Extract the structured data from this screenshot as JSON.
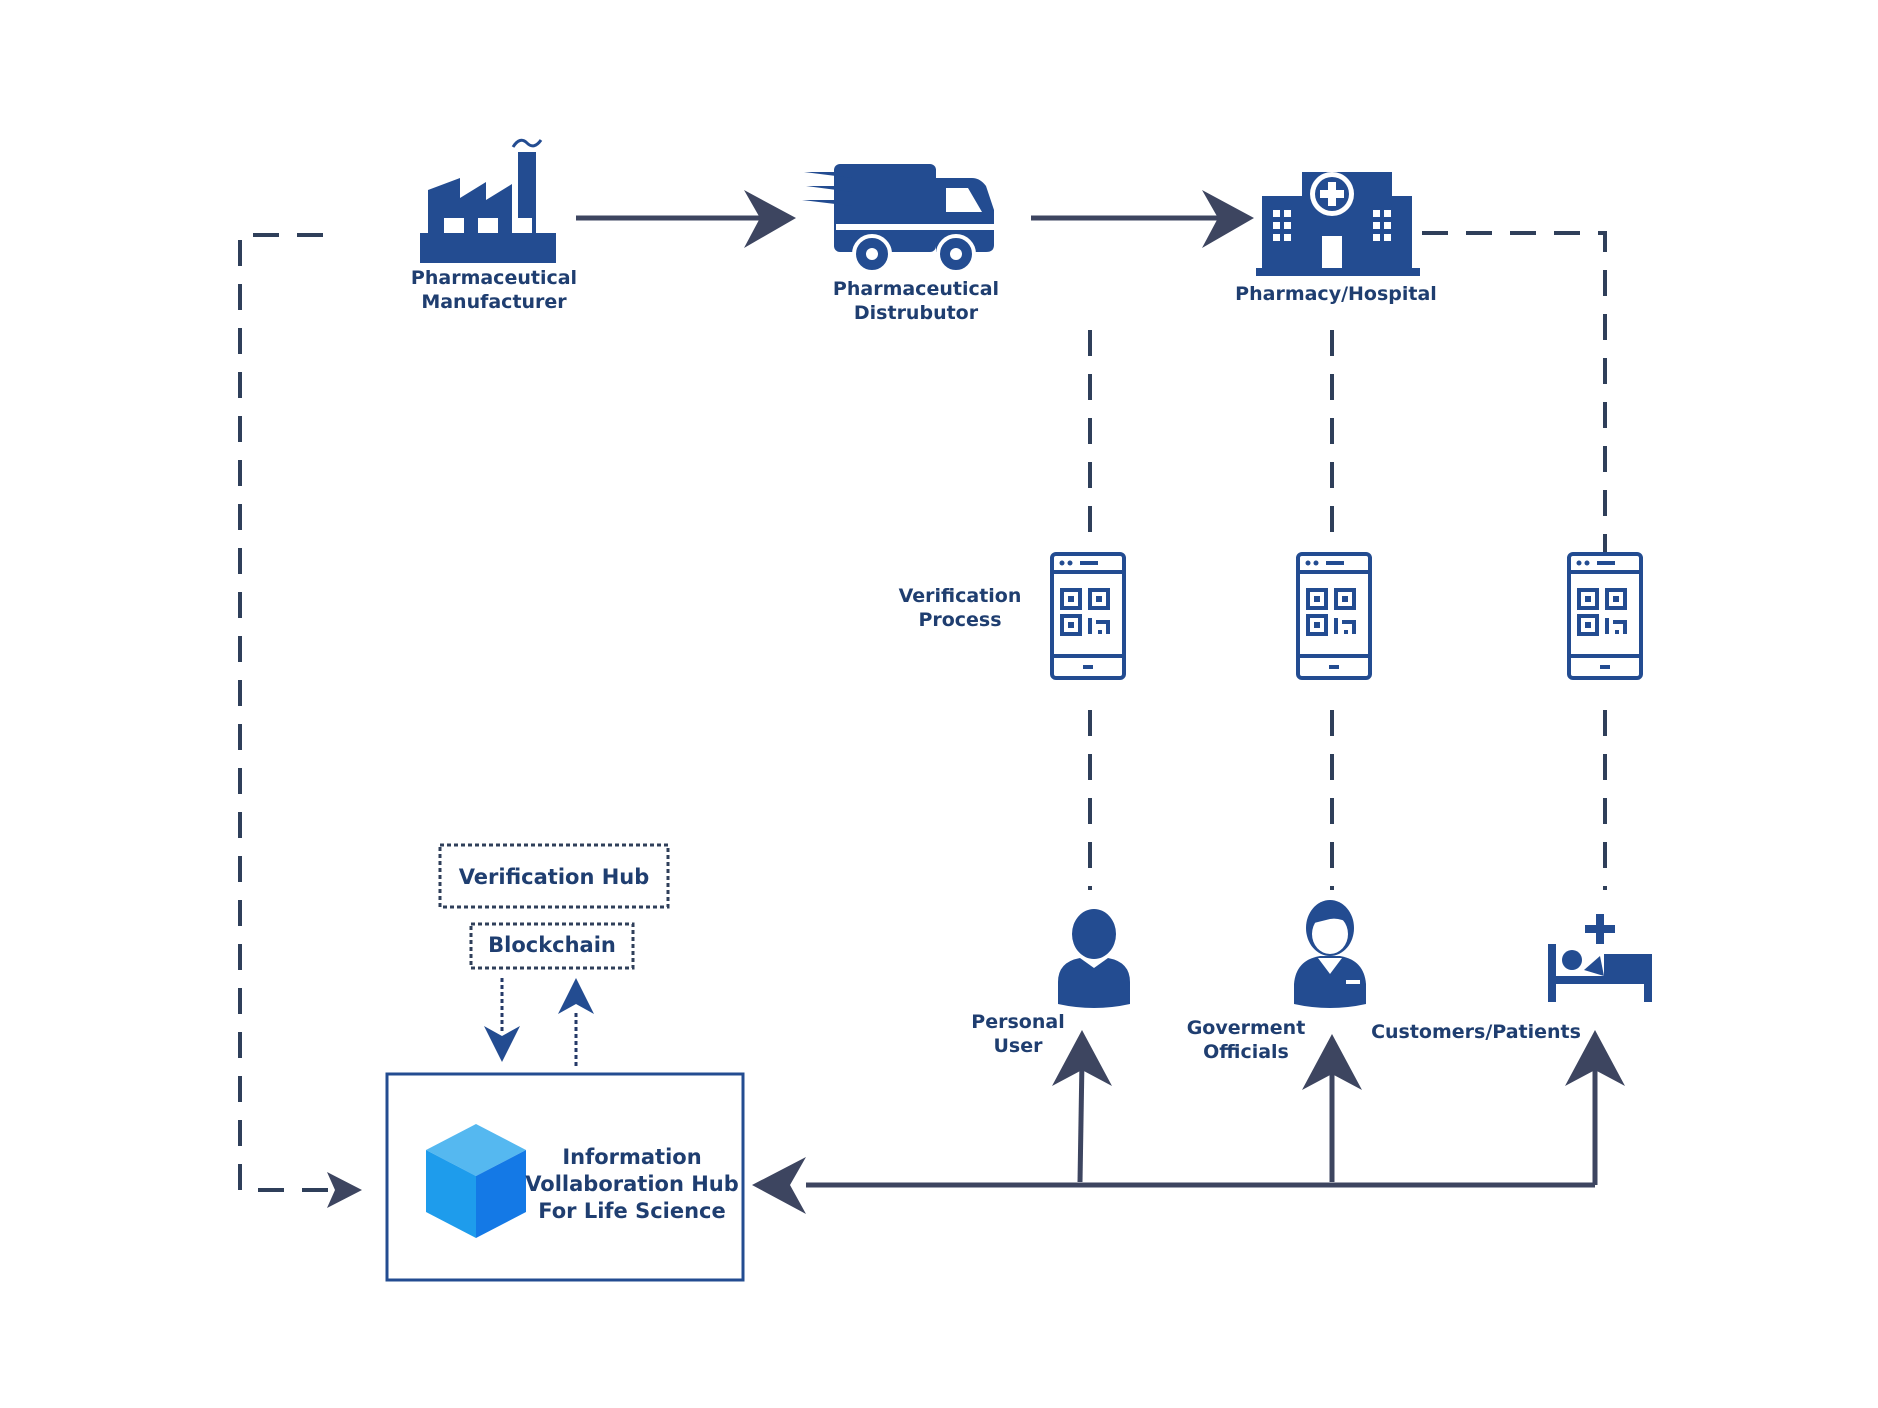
{
  "nodes": {
    "manufacturer": {
      "line1": "Pharmaceutical",
      "line2": "Manufacturer"
    },
    "distributor": {
      "line1": "Pharmaceutical",
      "line2": "Distrubutor"
    },
    "pharmacy": {
      "label": "Pharmacy/Hospital"
    },
    "verification_process": {
      "line1": "Verification",
      "line2": "Process"
    },
    "personal_user": {
      "line1": "Personal",
      "line2": "User"
    },
    "government": {
      "line1": "Goverment",
      "line2": "Officials"
    },
    "customers": {
      "label": "Customers/Patients"
    },
    "verification_hub": {
      "label": "Verification Hub"
    },
    "blockchain": {
      "label": "Blockchain"
    },
    "info_hub": {
      "line1": "Information",
      "line2": "Vollaboration Hub",
      "line3": "For Life Science"
    }
  },
  "icons": {
    "manufacturer": "factory-icon",
    "distributor": "delivery-van-icon",
    "pharmacy": "hospital-icon",
    "phones": "qr-phone-icon",
    "personal_user": "person-icon",
    "government": "officer-icon",
    "customers": "patient-bed-icon",
    "info_hub": "cube-icon"
  },
  "colors": {
    "primary": "#234c91",
    "text": "#1f3e70",
    "arrow": "#3d4560",
    "cube_light": "#55b8f0",
    "cube_mid": "#1e9cec",
    "cube_dark": "#1479e6"
  }
}
